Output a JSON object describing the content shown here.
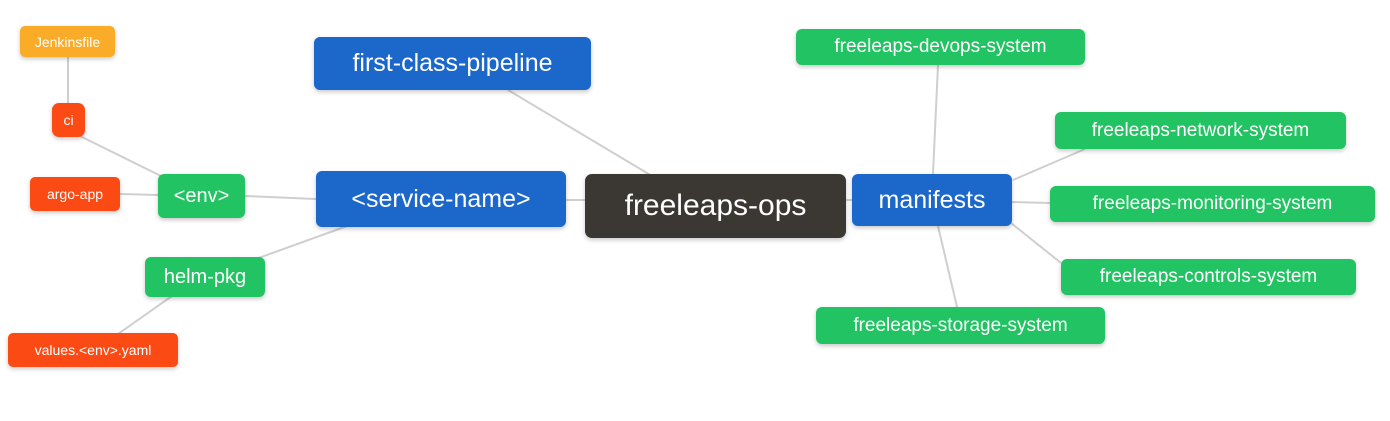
{
  "diagram": {
    "type": "mindmap",
    "background": "#ffffff",
    "palette": {
      "root": "#3B3733",
      "branch": "#1B67CA",
      "green": "#22C362",
      "red": "#FB4A14",
      "amber": "#FAAB27",
      "edge": "#CFCFCF",
      "text": "#FFFFFF"
    },
    "nodes": {
      "root": {
        "label": "freeleaps-ops",
        "color_role": "root"
      },
      "first_class_pipeline": {
        "label": "first-class-pipeline",
        "color_role": "branch"
      },
      "service_name": {
        "label": "<service-name>",
        "color_role": "branch"
      },
      "manifests": {
        "label": "manifests",
        "color_role": "branch"
      },
      "env": {
        "label": "<env>",
        "color_role": "green"
      },
      "helm_pkg": {
        "label": "helm-pkg",
        "color_role": "green"
      },
      "ci": {
        "label": "ci",
        "color_role": "red"
      },
      "argo_app": {
        "label": "argo-app",
        "color_role": "red"
      },
      "jenkinsfile": {
        "label": "Jenkinsfile",
        "color_role": "amber"
      },
      "values_env_yaml": {
        "label": "values.<env>.yaml",
        "color_role": "red"
      },
      "devops_system": {
        "label": "freeleaps-devops-system",
        "color_role": "green"
      },
      "network_system": {
        "label": "freeleaps-network-system",
        "color_role": "green"
      },
      "monitoring_system": {
        "label": "freeleaps-monitoring-system",
        "color_role": "green"
      },
      "controls_system": {
        "label": "freeleaps-controls-system",
        "color_role": "green"
      },
      "storage_system": {
        "label": "freeleaps-storage-system",
        "color_role": "green"
      }
    },
    "edges": [
      {
        "from": "ci",
        "to": "jenkinsfile"
      },
      {
        "from": "env",
        "to": "ci"
      },
      {
        "from": "env",
        "to": "argo_app"
      },
      {
        "from": "service_name",
        "to": "env"
      },
      {
        "from": "service_name",
        "to": "helm_pkg"
      },
      {
        "from": "helm_pkg",
        "to": "values_env_yaml"
      },
      {
        "from": "root",
        "to": "first_class_pipeline"
      },
      {
        "from": "root",
        "to": "service_name"
      },
      {
        "from": "root",
        "to": "manifests"
      },
      {
        "from": "manifests",
        "to": "devops_system"
      },
      {
        "from": "manifests",
        "to": "network_system"
      },
      {
        "from": "manifests",
        "to": "monitoring_system"
      },
      {
        "from": "manifests",
        "to": "controls_system"
      },
      {
        "from": "manifests",
        "to": "storage_system"
      }
    ]
  }
}
